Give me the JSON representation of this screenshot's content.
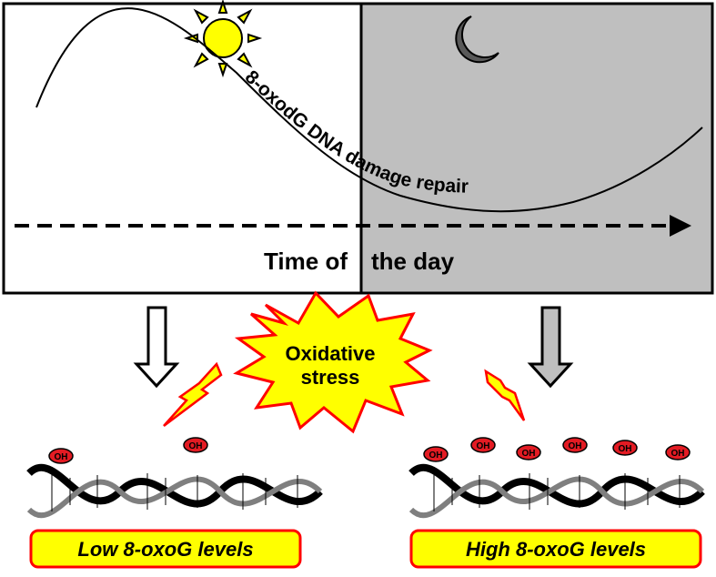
{
  "curve_label": "8-oxodG DNA damage repair",
  "axis_label_part1": "Time of",
  "axis_label_part2": "the day",
  "burst_line1": "Oxidative",
  "burst_line2": "stress",
  "low_label": "Low 8-oxoG levels",
  "high_label": "High 8-oxoG levels",
  "oh_label": "OH",
  "colors": {
    "day_panel": "#ffffff",
    "night_panel": "#bfbfbf",
    "sun": "#ffff00",
    "burst_fill": "#ffff00",
    "burst_stroke": "#ff0000",
    "label_box_fill": "#ffff00",
    "label_box_stroke": "#ff0000",
    "oh_fill": "#e31b23"
  },
  "icons": [
    "sun-icon",
    "moon-icon",
    "lightning-icon",
    "down-arrow-icon",
    "dna-helix-icon"
  ]
}
